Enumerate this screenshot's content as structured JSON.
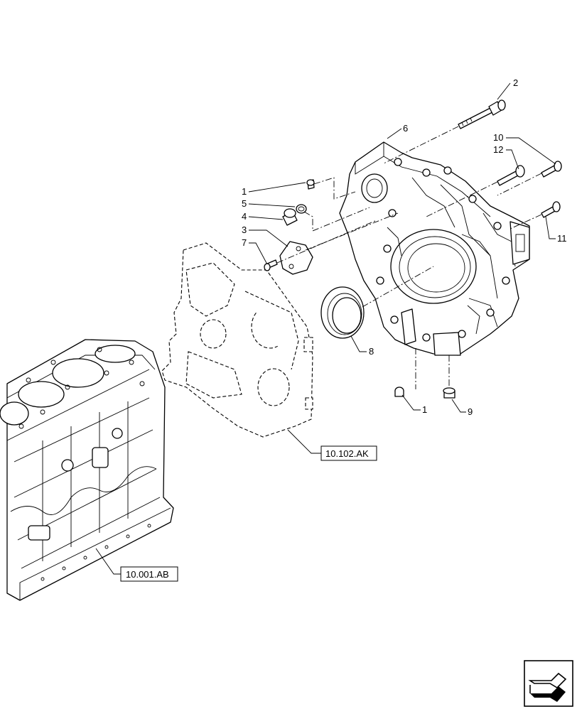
{
  "callouts": {
    "c1a": "1",
    "c1b": "1",
    "c2": "2",
    "c3": "3",
    "c4": "4",
    "c5": "5",
    "c6": "6",
    "c7": "7",
    "c8": "8",
    "c9": "9",
    "c10": "10",
    "c11": "11",
    "c12": "12"
  },
  "references": {
    "ref_a": "10.102.AK",
    "ref_b": "10.001.AB"
  },
  "icons": {
    "corner": "next-page-arrow-icon"
  }
}
